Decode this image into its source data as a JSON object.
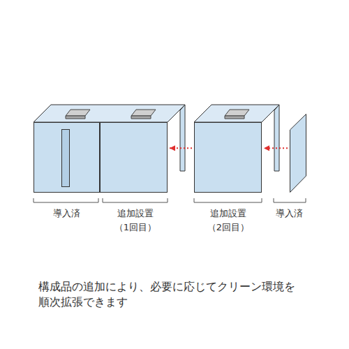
{
  "diagram": {
    "caption": "構成品の追加により、必要に応じてクリーン環境を 順次拡張できます",
    "nodes": [
      {
        "text": [
          "導入済"
        ]
      },
      {
        "text": [
          "追加設置 （1回目）"
        ]
      },
      {
        "text": [
          "追加設置 （2回目）"
        ]
      },
      {
        "text": [
          "導入済"
        ]
      }
    ],
    "edges": [
      {
        "from": 2,
        "to": 1,
        "arrow": "to"
      },
      {
        "from": 3,
        "to": 2,
        "arrow": "to"
      }
    ]
  }
}
